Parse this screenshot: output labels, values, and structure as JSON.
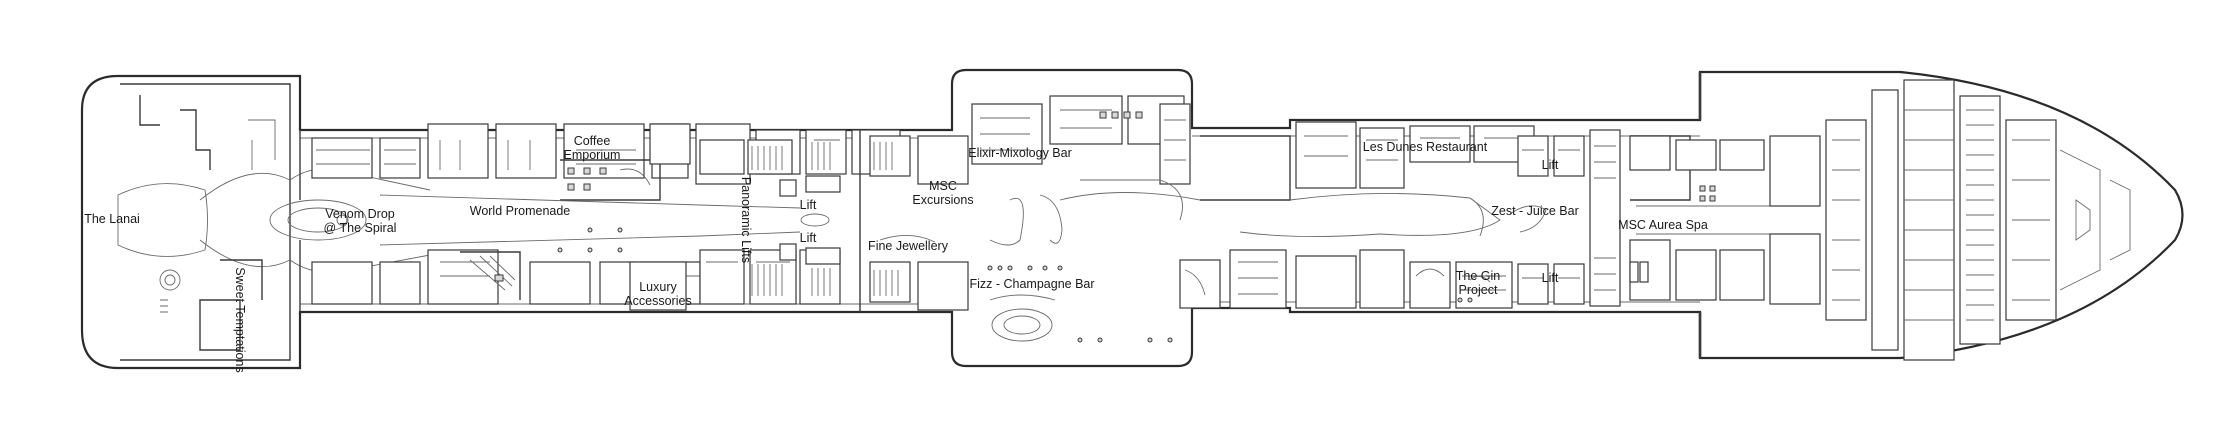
{
  "labels": {
    "the_lanai": "The Lanai",
    "venom_drop_line1": "Venom Drop",
    "venom_drop_line2": "@ The Spiral",
    "sweet_temptations": "Sweet Temptations",
    "coffee_line1": "Coffee",
    "coffee_line2": "Emporium",
    "world_promenade": "World Promenade",
    "luxury_line1": "Luxury",
    "luxury_line2": "Accessories",
    "panoramic_lifts": "Panoramic Lifts",
    "lift_upper": "Lift",
    "lift_lower": "Lift",
    "msc_excursions_line1": "MSC",
    "msc_excursions_line2": "Excursions",
    "elixir": "Elixir-Mixology Bar",
    "fine_jewellery": "Fine Jewellery",
    "fizz": "Fizz - Champagne Bar",
    "les_dunes": "Les Dunes Restaurant",
    "zest": "Zest - Juice Bar",
    "gin_line1": "The Gin",
    "gin_line2": "Project",
    "msc_aurea_spa": "MSC Aurea Spa",
    "lift_spa_upper": "Lift",
    "lift_spa_lower": "Lift"
  },
  "colors": {
    "line": "#3a3a3a",
    "background": "#ffffff",
    "text": "#1a1a1a"
  }
}
